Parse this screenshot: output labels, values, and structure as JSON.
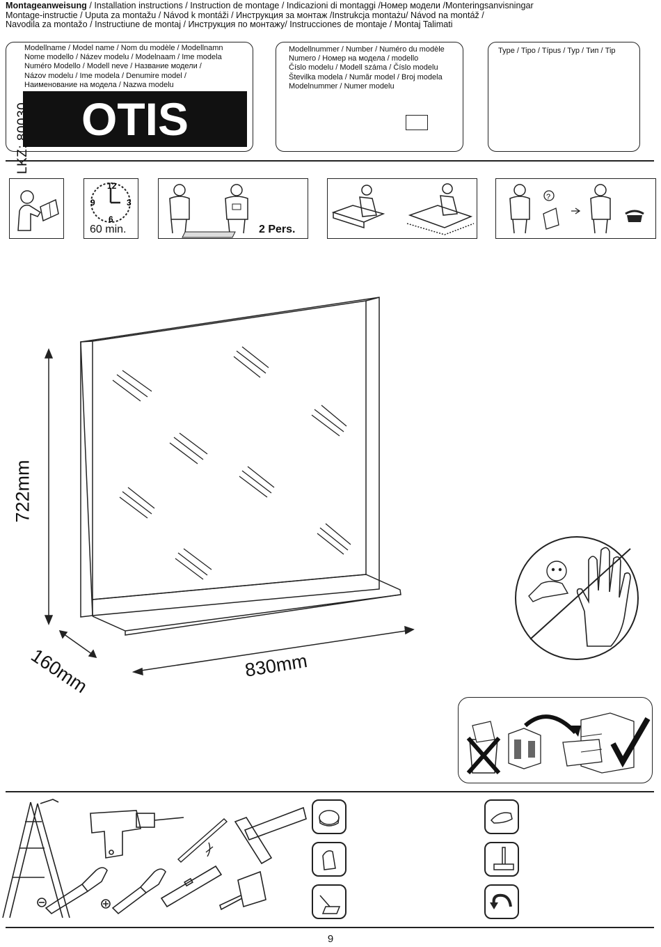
{
  "header": {
    "line1_bold": "Montageanweisung",
    "line1_rest": " / Installation instructions / Instruction de montage / Indicazioni di montaggi /Номер модели /Monteringsanvisningar",
    "line2": "Montage-instructie / Uputa za montažu / Návod k montáži / Инструкция за монтаж /Instrukcja montażu/ Návod na montáž /",
    "line3": "Navodila za montažo / Instructiune de montaj / Инструкция по монтажу/ Instrucciones de montaje / Montaj Talimati"
  },
  "model_box": {
    "lkz": "LKZ: 80030",
    "label_lines": [
      "Modellname / Model name / Nom du modèle / Modellnamn",
      "Nome modello / Název modelu / Modelnaam / Ime modela",
      "Numéro Modello / Modell neve / Название модели /",
      "Názov modelu / Ime modela / Denumire model /",
      "Наименование на модела / Nazwa modelu"
    ],
    "name": "OTIS"
  },
  "number_box": {
    "label_lines": [
      "Modellnummer / Number / Numéro du modèle",
      "Numero /  Номер на модела / modello",
      "Číslo modelu / Modell száma / Číslo modelu",
      "Številka modela / Număr model / Broj modela",
      "Modelnummer / Numer modelu"
    ]
  },
  "type_box": {
    "label": "Type / Tipo / Típus / Typ / Тип / Tip"
  },
  "info_panels": {
    "time_label": "60 min.",
    "clock_numbers": [
      "12",
      "3",
      "6",
      "9"
    ],
    "persons_label": "2 Pers."
  },
  "dimensions": {
    "height": "722mm",
    "depth": "160mm",
    "width": "830mm"
  },
  "page_number": "9"
}
